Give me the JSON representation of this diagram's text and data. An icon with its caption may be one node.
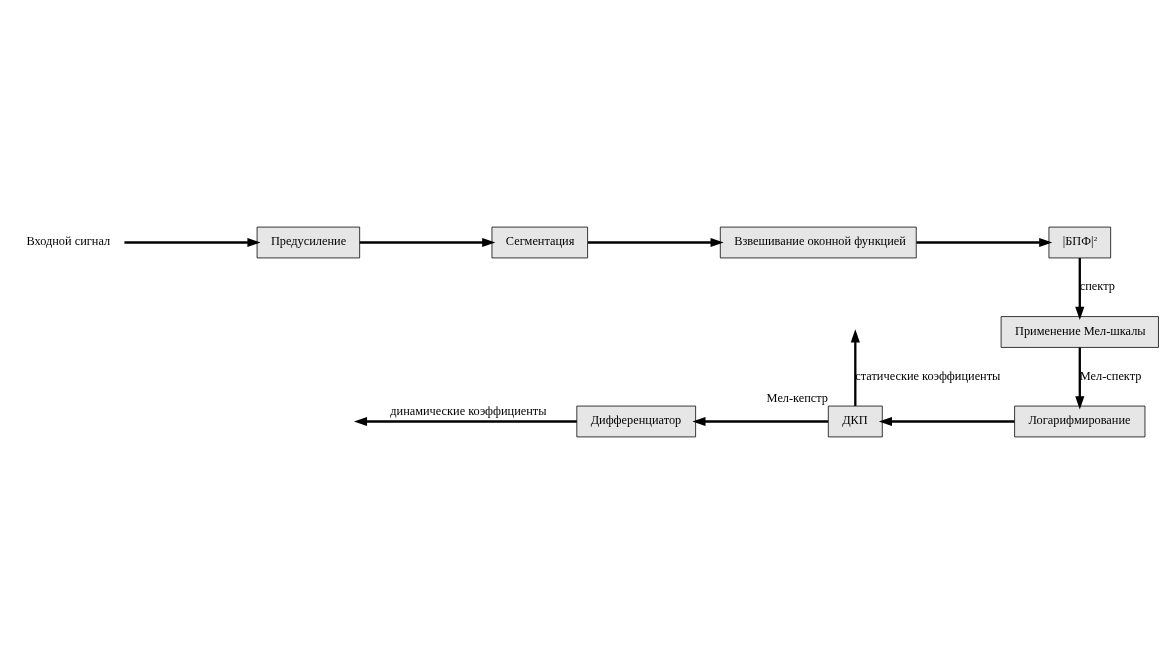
{
  "diagram": {
    "nodes": [
      {
        "text": [
          "Входной сигнал"
        ]
      },
      {
        "text": [
          "Предусиление"
        ]
      },
      {
        "text": [
          "Сегментация"
        ]
      },
      {
        "text": [
          "Взвешивание оконной функцией"
        ]
      },
      {
        "text": [
          "|БПФ|$^{2}$"
        ]
      },
      {
        "text": [
          "Применение Мел-шкалы"
        ]
      },
      {
        "text": [
          "Логарифмирование"
        ]
      },
      {
        "text": [
          "ДКП"
        ],
        "beside": [
          "Мел-кепстр"
        ]
      },
      {
        "text": [
          "Дифференциатор"
        ]
      }
    ],
    "edges": [
      {
        "from": 0,
        "to": 1,
        "arrow": "to"
      },
      {
        "from": 1,
        "to": 2,
        "arrow": "to"
      },
      {
        "from": 2,
        "to": 3,
        "arrow": "to"
      },
      {
        "from": 3,
        "to": 4,
        "arrow": "to"
      },
      {
        "from": 4,
        "to": 5,
        "arrow": "to",
        "label": "спектр"
      },
      {
        "from": 5,
        "to": 6,
        "arrow": "to",
        "label": "Мел-спектр"
      },
      {
        "from": 6,
        "to": 7,
        "arrow": "to"
      },
      {
        "from": 7,
        "to": null,
        "arrow": "to",
        "label": "статические коэффициенты"
      },
      {
        "from": 7,
        "to": 8,
        "arrow": "to"
      },
      {
        "from": 8,
        "to": null,
        "arrow": "to",
        "label": "динамические коэффициенты"
      }
    ]
  }
}
